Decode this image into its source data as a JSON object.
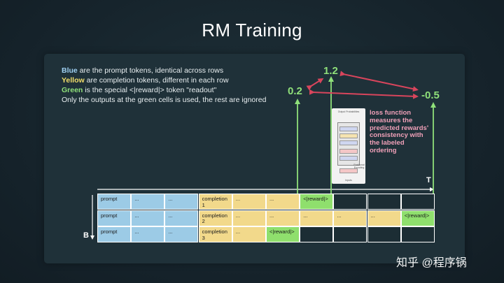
{
  "title": "RM Training",
  "legend": {
    "line1_key": "Blue",
    "line1_rest": " are the prompt tokens, identical across rows",
    "line2_key": "Yellow",
    "line2_rest": " are completion tokens, different in each row",
    "line3_key": "Green",
    "line3_rest": " is the special <|reward|> token \"readout\"",
    "line4": "Only the outputs at the green cells is used, the rest are ignored"
  },
  "scores": {
    "s1": "0.2",
    "s2": "1.2",
    "s3": "-0.5"
  },
  "loss_text": "loss function measures the predicted rewards' consistency with the labeled ordering",
  "thumbnail": {
    "top_label": "Output Probabilities",
    "bottom_label": "Inputs",
    "side_label": "Positional Encoding"
  },
  "axis": {
    "t": "T",
    "b": "B"
  },
  "grid": {
    "rows": [
      [
        {
          "text": "prompt",
          "color": "blue"
        },
        {
          "text": "...",
          "color": "blue"
        },
        {
          "text": "...",
          "color": "blue"
        },
        {
          "text": "completion\n1",
          "color": "yellow"
        },
        {
          "text": "...",
          "color": "yellow"
        },
        {
          "text": "...",
          "color": "yellow"
        },
        {
          "text": "<|reward|>",
          "color": "green"
        },
        {
          "text": "",
          "color": "dark"
        },
        {
          "text": "",
          "color": "dark"
        },
        {
          "text": "",
          "color": "dark"
        }
      ],
      [
        {
          "text": "prompt",
          "color": "blue"
        },
        {
          "text": "...",
          "color": "blue"
        },
        {
          "text": "...",
          "color": "blue"
        },
        {
          "text": "completion\n2",
          "color": "yellow"
        },
        {
          "text": "...",
          "color": "yellow"
        },
        {
          "text": "...",
          "color": "yellow"
        },
        {
          "text": "...",
          "color": "yellow"
        },
        {
          "text": "...",
          "color": "yellow"
        },
        {
          "text": "...",
          "color": "yellow"
        },
        {
          "text": "<|reward|>",
          "color": "green"
        }
      ],
      [
        {
          "text": "prompt",
          "color": "blue"
        },
        {
          "text": "...",
          "color": "blue"
        },
        {
          "text": "...",
          "color": "blue"
        },
        {
          "text": "completion\n3",
          "color": "yellow"
        },
        {
          "text": "...",
          "color": "yellow"
        },
        {
          "text": "<|reward|>",
          "color": "green"
        },
        {
          "text": "",
          "color": "dark"
        },
        {
          "text": "",
          "color": "dark"
        },
        {
          "text": "",
          "color": "dark"
        },
        {
          "text": "",
          "color": "dark"
        }
      ]
    ]
  },
  "watermark": "知乎 @程序锅",
  "colors": {
    "blue": "#9ccbe6",
    "yellow": "#f2d98b",
    "green": "#8fdf6d",
    "arrow_green": "#8fe07a",
    "arrow_red": "#d8455c"
  }
}
